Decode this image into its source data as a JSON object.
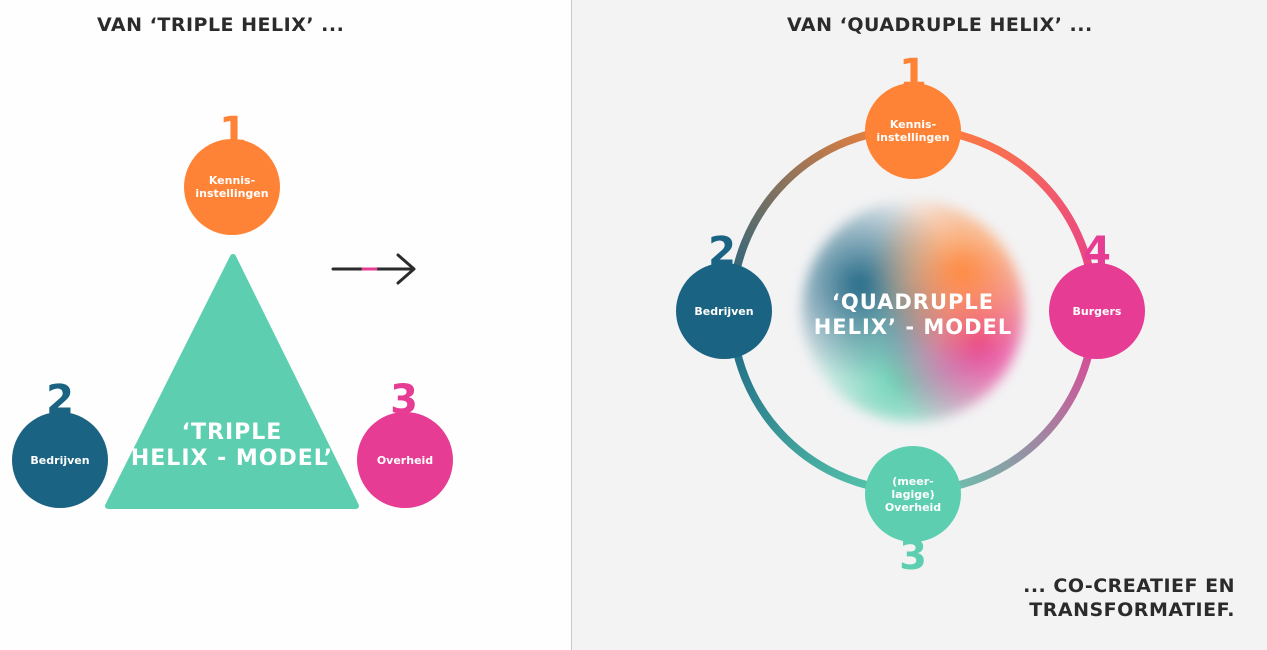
{
  "colors": {
    "orange": "#ff8336",
    "teal_dark": "#1a6382",
    "pink": "#e63c93",
    "mint": "#5dcfb0",
    "text_dark": "#2b2b2b"
  },
  "left": {
    "heading": "VAN ‘TRIPLE HELIX’ ...",
    "model_label": "‘TRIPLE\nHELIX - MODEL’",
    "nodes": [
      {
        "number": "1",
        "label": "Kennis-\ninstellingen"
      },
      {
        "number": "2",
        "label": "Bedrijven"
      },
      {
        "number": "3",
        "label": "Overheid"
      }
    ],
    "arrow_icon": "right-arrow-icon"
  },
  "right": {
    "heading": "VAN ‘QUADRUPLE HELIX’ ...",
    "model_label": "‘QUADRUPLE\nHELIX’ - MODEL",
    "nodes": [
      {
        "number": "1",
        "label": "Kennis-\ninstellingen"
      },
      {
        "number": "2",
        "label": "Bedrijven"
      },
      {
        "number": "3",
        "label": "(meer-\nlagige)\nOverheid"
      },
      {
        "number": "4",
        "label": "Burgers"
      }
    ],
    "footer": "... CO-CREATIEF EN\nTRANSFORMATIEF."
  }
}
